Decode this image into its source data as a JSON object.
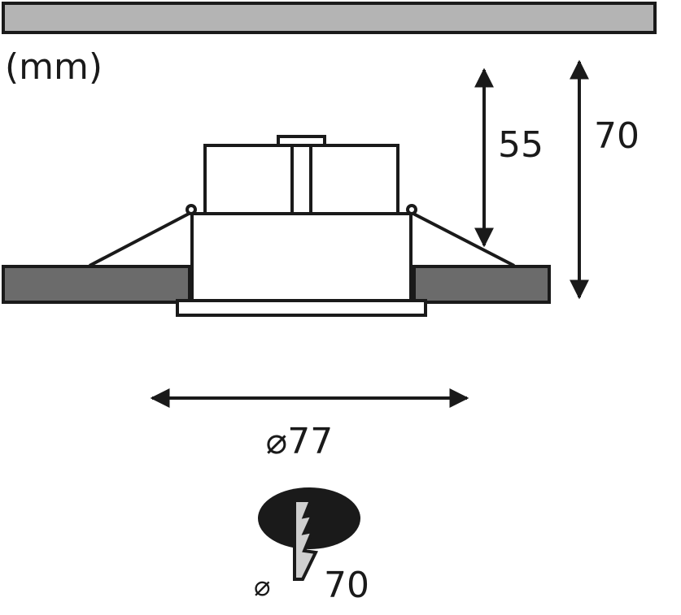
{
  "unit_label": "(mm)",
  "dimensions": {
    "body_height": "55",
    "total_height": "70",
    "diameter": "⌀77"
  },
  "cutout": {
    "symbol": "⌀",
    "value": "70"
  },
  "colors": {
    "ceiling_top": "#b4b4b4",
    "ceiling_section": "#6b6b6b",
    "outline": "#1a1a1a"
  }
}
